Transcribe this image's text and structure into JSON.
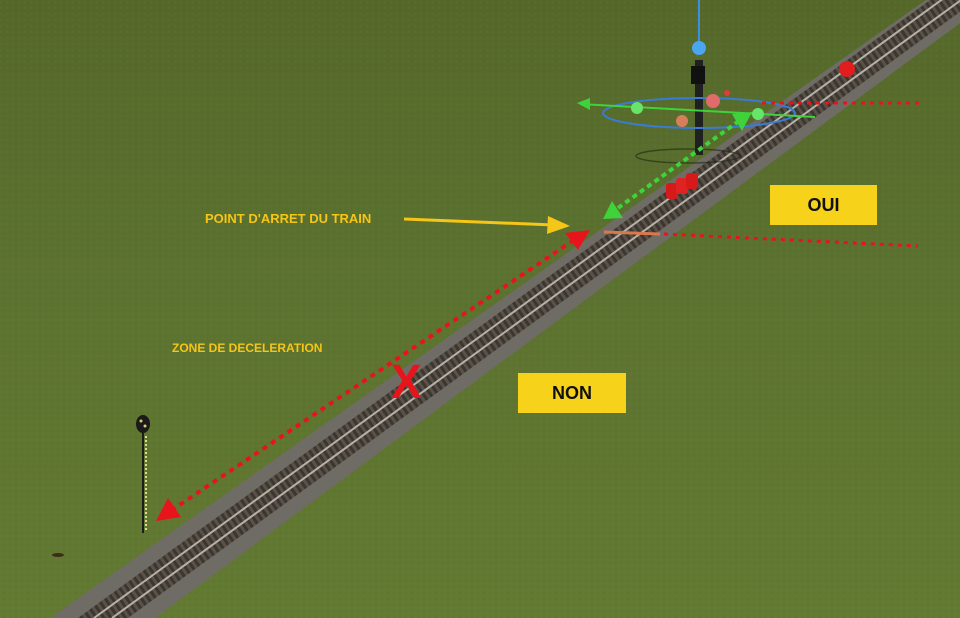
{
  "scene": {
    "labels": {
      "stop_point": "POINT D'ARRET DU TRAIN",
      "deceleration_zone": "ZONE DE DECELERATION",
      "yes": "OUI",
      "no": "NON",
      "wrong_mark": "X"
    },
    "icons": [
      "signal-icon",
      "gizmo-rotation-icon",
      "stop-marker-icon",
      "cross-mark-icon"
    ],
    "colors": {
      "grass": "#5c7230",
      "label_text": "#f5c518",
      "badge_bg": "#f6d21a",
      "red_arrow": "#e8141c",
      "green_arrow": "#3fd23a",
      "gizmo_ring": "#3a7bd5"
    }
  }
}
